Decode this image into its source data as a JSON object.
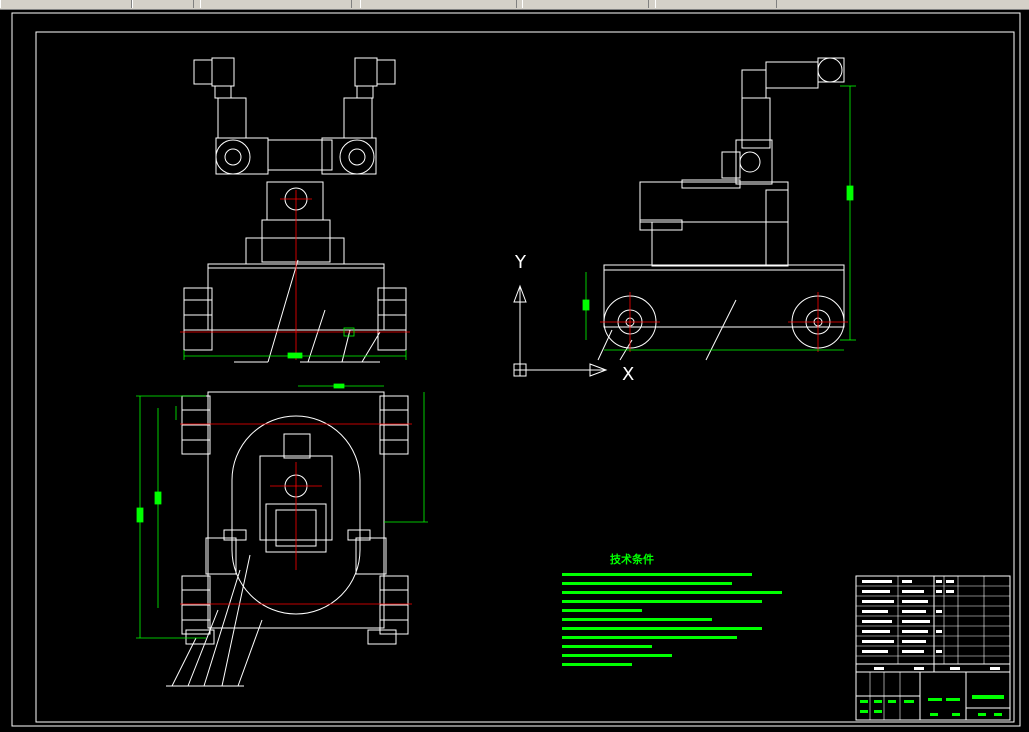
{
  "drawing": {
    "background": "#000000",
    "line_color": "#ffffff",
    "dimension_color": "#00ff00",
    "center_color": "#ff0000",
    "note_color": "#00ff00"
  },
  "views": {
    "front": "front-view",
    "side": "side-view",
    "top": "top-view"
  },
  "ucs": {
    "y_label": "Y",
    "x_label": "X"
  },
  "technical_requirements": {
    "title": "技术条件"
  },
  "title_block": {
    "drawing_name": ""
  }
}
